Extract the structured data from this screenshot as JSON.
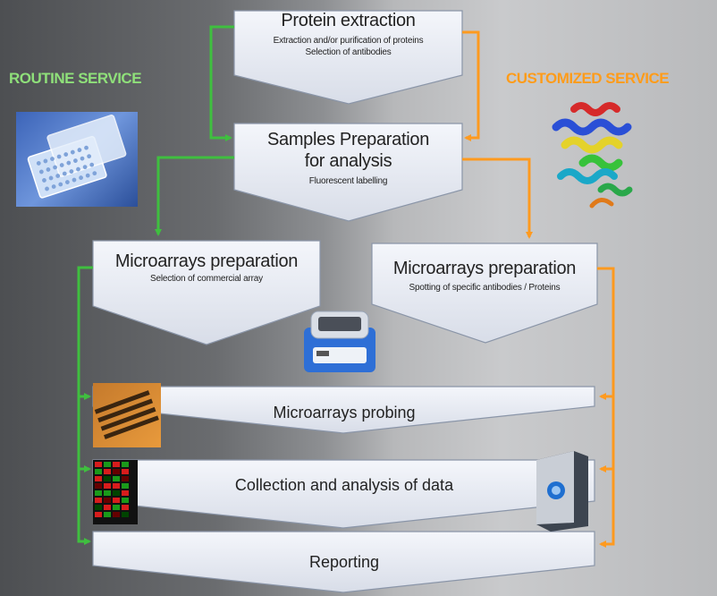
{
  "labels": {
    "routine": "ROUTINE SERVICE",
    "customized": "CUSTOMIZED SERVICE"
  },
  "steps": {
    "protein_extraction": {
      "title": "Protein extraction",
      "sub1": "Extraction and/or purification of proteins",
      "sub2": "Selection of antibodies"
    },
    "samples_preparation": {
      "title1": "Samples Preparation",
      "title2": "for analysis",
      "sub": "Fluorescent labelling"
    },
    "microarrays_left": {
      "title": "Microarrays preparation",
      "sub": "Selection of commercial array"
    },
    "microarrays_right": {
      "title": "Microarrays preparation",
      "sub": "Spotting of specific antibodies / Proteins"
    },
    "probing": {
      "title": "Microarrays probing"
    },
    "collection": {
      "title": "Collection and analysis of data"
    },
    "reporting": {
      "title": "Reporting"
    }
  },
  "colors": {
    "routine": "#3fbf3f",
    "customized": "#ff9a1f",
    "routine_label": "#8fe07a",
    "customized_label": "#ff9c1a"
  },
  "icons": [
    "microplate-image",
    "protein-structure-image",
    "hybridization-station-image",
    "slide-rack-image",
    "heatmap-image",
    "scanner-image"
  ]
}
